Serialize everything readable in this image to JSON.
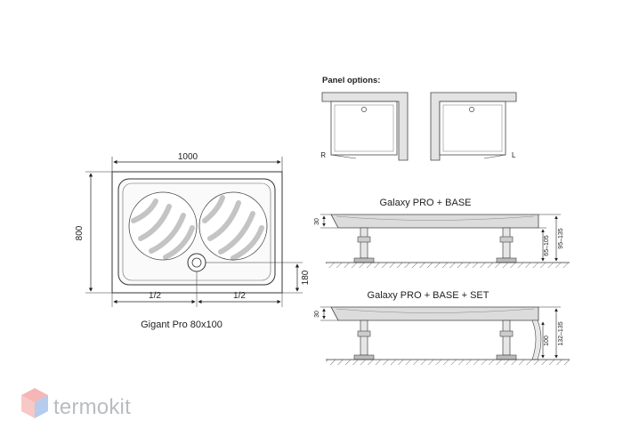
{
  "tray_plan": {
    "width_label": "1000",
    "height_label": "800",
    "drain_offset_label": "180",
    "half_left_label": "1/2",
    "half_right_label": "1/2",
    "caption": "Gigant Pro 80x100"
  },
  "panel_options": {
    "title": "Panel options:",
    "left_variant_label": "R",
    "right_variant_label": "L"
  },
  "section_base": {
    "title": "Galaxy PRO + BASE",
    "rim_label": "30",
    "leg_range_label": "65–105",
    "total_range_label": "95–135"
  },
  "section_set": {
    "title": "Galaxy PRO + BASE + SET",
    "rim_label": "30",
    "panel_label": "100",
    "total_range_label": "132–135"
  },
  "brand": {
    "name": "termokit",
    "colors": {
      "red": "#e8605a",
      "blue": "#5b8fd6",
      "grey": "#b9bcc0"
    }
  }
}
